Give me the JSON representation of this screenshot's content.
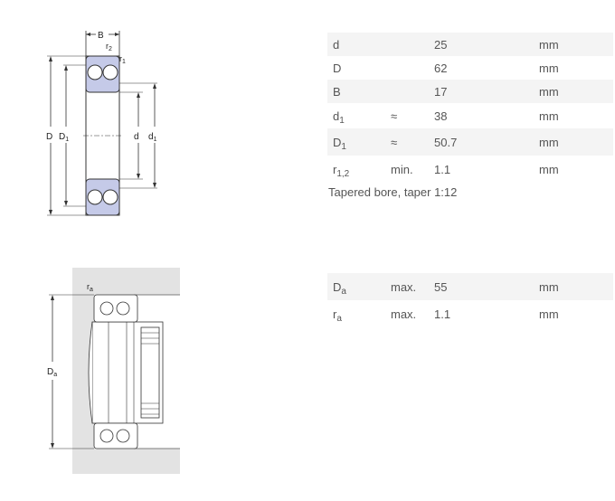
{
  "diagram1": {
    "labels": {
      "B": "B",
      "r2": "r2",
      "r1": "r1",
      "D": "D",
      "D1": "D1",
      "d": "d",
      "d1": "d1"
    }
  },
  "diagram2": {
    "labels": {
      "ra": "ra",
      "Da": "Da"
    }
  },
  "dimensions": {
    "rows": [
      {
        "sym": "d",
        "sub": "",
        "qual": "",
        "value": "25",
        "unit": "mm"
      },
      {
        "sym": "D",
        "sub": "",
        "qual": "",
        "value": "62",
        "unit": "mm"
      },
      {
        "sym": "B",
        "sub": "",
        "qual": "",
        "value": "17",
        "unit": "mm"
      },
      {
        "sym": "d",
        "sub": "1",
        "qual": "≈",
        "value": "38",
        "unit": "mm"
      },
      {
        "sym": "D",
        "sub": "1",
        "qual": "≈",
        "value": "50.7",
        "unit": "mm"
      },
      {
        "sym": "r",
        "sub": "1,2",
        "qual": "min.",
        "value": "1.1",
        "unit": "mm"
      }
    ],
    "note": "Tapered bore, taper 1:12"
  },
  "abutment": {
    "rows": [
      {
        "sym": "D",
        "sub": "a",
        "qual": "max.",
        "value": "55",
        "unit": "mm"
      },
      {
        "sym": "r",
        "sub": "a",
        "qual": "max.",
        "value": "1.1",
        "unit": "mm"
      }
    ]
  }
}
